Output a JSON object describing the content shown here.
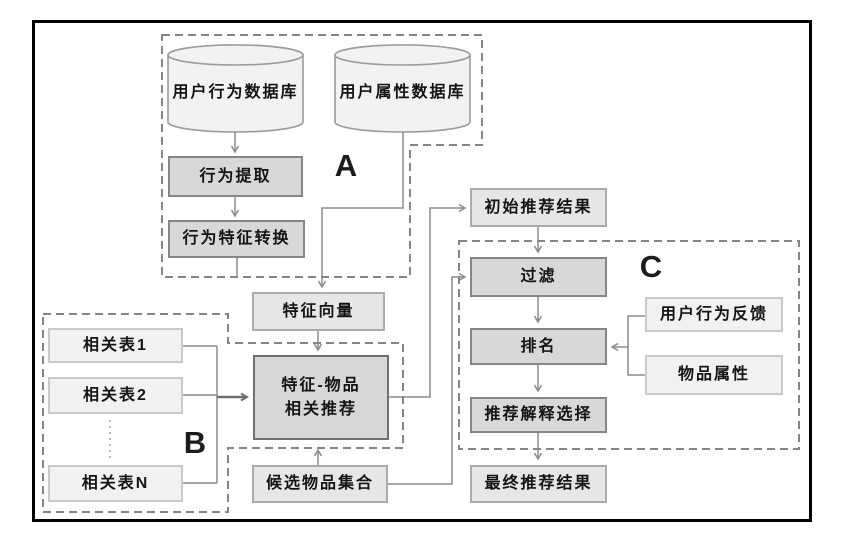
{
  "diagram": {
    "groups": {
      "a": "A",
      "b": "B",
      "c": "C"
    },
    "nodes": {
      "user_behavior_db": "用户行为数据库",
      "user_attribute_db": "用户属性数据库",
      "behavior_extract": "行为提取",
      "behavior_feature_transform": "行为特征转换",
      "feature_vector": "特征向量",
      "related_table_1": "相关表1",
      "related_table_2": "相关表2",
      "related_table_n": "相关表N",
      "feature_item_line1": "特征-物品",
      "feature_item_line2": "相关推荐",
      "candidate_item_set": "候选物品集合",
      "initial_result": "初始推荐结果",
      "filter": "过滤",
      "ranking": "排名",
      "explanation_select": "推荐解释选择",
      "final_result": "最终推荐结果",
      "user_behavior_feedback": "用户行为反馈",
      "item_attribute": "物品属性"
    },
    "colors": {
      "box_dark_fill": "#d8d8d8",
      "box_dark_border": "#868686",
      "box_strong_border": "#6f6f6f",
      "box_mid_fill": "#e6e6e6",
      "box_light_fill": "#f1f1f1",
      "cylinder_fill": "#f2f2f2",
      "line": "#8c8c8c",
      "dashed_outline": "#858585",
      "frame": "#000000"
    }
  }
}
